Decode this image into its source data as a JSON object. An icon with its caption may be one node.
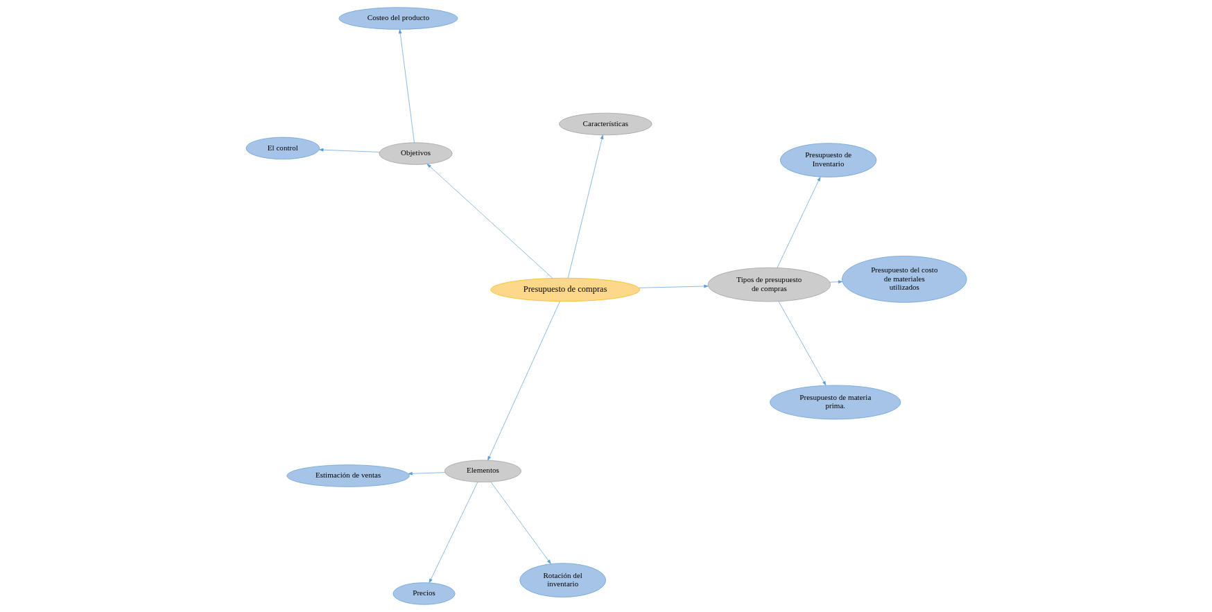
{
  "diagram": {
    "nodes": [
      {
        "text": [
          "Presupuesto de compras"
        ]
      },
      {
        "text": [
          "Objetivos"
        ]
      },
      {
        "text": [
          "El control"
        ]
      },
      {
        "text": [
          "Costeo del producto"
        ]
      },
      {
        "text": [
          "Características"
        ]
      },
      {
        "text": [
          "Elementos"
        ]
      },
      {
        "text": [
          "Estimación de ventas"
        ]
      },
      {
        "text": [
          "Rotación del inventario"
        ]
      },
      {
        "text": [
          "Precios"
        ]
      },
      {
        "text": [
          "Tipos de presupuesto de compras"
        ]
      },
      {
        "text": [
          "Presupuesto de materia prima."
        ]
      },
      {
        "text": [
          "Presupuesto de Inventario"
        ]
      },
      {
        "text": [
          "Presupuesto del costo de materiales utilizados"
        ]
      }
    ],
    "edges": [
      {
        "from": 0,
        "to": 1,
        "arrow": "to"
      },
      {
        "from": 1,
        "to": 2,
        "arrow": "to"
      },
      {
        "from": 1,
        "to": 3,
        "arrow": "to"
      },
      {
        "from": 0,
        "to": 4,
        "arrow": "to"
      },
      {
        "from": 0,
        "to": 5,
        "arrow": "to"
      },
      {
        "from": 5,
        "to": 6,
        "arrow": "to"
      },
      {
        "from": 5,
        "to": 7,
        "arrow": "to"
      },
      {
        "from": 5,
        "to": 8,
        "arrow": "to"
      },
      {
        "from": 0,
        "to": 9,
        "arrow": "to"
      },
      {
        "from": 9,
        "to": 10,
        "arrow": "to"
      },
      {
        "from": 9,
        "to": 11,
        "arrow": "to"
      },
      {
        "from": 9,
        "to": 12,
        "arrow": "to"
      }
    ]
  }
}
